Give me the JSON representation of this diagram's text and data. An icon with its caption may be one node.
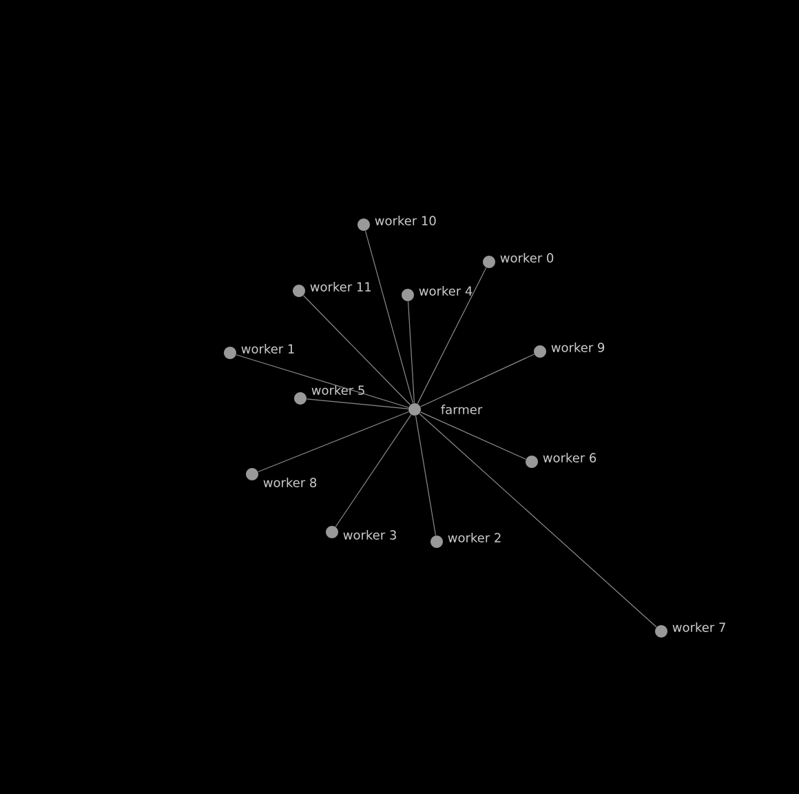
{
  "diagram": {
    "nodes": [
      {
        "text": [
          "farmer"
        ]
      },
      {
        "text": [
          "worker 10"
        ]
      },
      {
        "text": [
          "worker 0"
        ]
      },
      {
        "text": [
          "worker 11"
        ]
      },
      {
        "text": [
          "worker 4"
        ]
      },
      {
        "text": [
          "worker 1"
        ]
      },
      {
        "text": [
          "worker 9"
        ]
      },
      {
        "text": [
          "worker 5"
        ]
      },
      {
        "text": [
          "worker 6"
        ]
      },
      {
        "text": [
          "worker 8"
        ]
      },
      {
        "text": [
          "worker 3"
        ]
      },
      {
        "text": [
          "worker 2"
        ]
      },
      {
        "text": [
          "worker 7"
        ]
      }
    ],
    "edges": [
      {
        "from": 0,
        "to": 1,
        "arrow": "none"
      },
      {
        "from": 0,
        "to": 2,
        "arrow": "none"
      },
      {
        "from": 0,
        "to": 3,
        "arrow": "none"
      },
      {
        "from": 0,
        "to": 4,
        "arrow": "none"
      },
      {
        "from": 0,
        "to": 5,
        "arrow": "none"
      },
      {
        "from": 0,
        "to": 6,
        "arrow": "none"
      },
      {
        "from": 0,
        "to": 7,
        "arrow": "none"
      },
      {
        "from": 0,
        "to": 8,
        "arrow": "none"
      },
      {
        "from": 0,
        "to": 9,
        "arrow": "none"
      },
      {
        "from": 0,
        "to": 10,
        "arrow": "none"
      },
      {
        "from": 0,
        "to": 11,
        "arrow": "none"
      },
      {
        "from": 0,
        "to": 12,
        "arrow": "none"
      }
    ]
  }
}
